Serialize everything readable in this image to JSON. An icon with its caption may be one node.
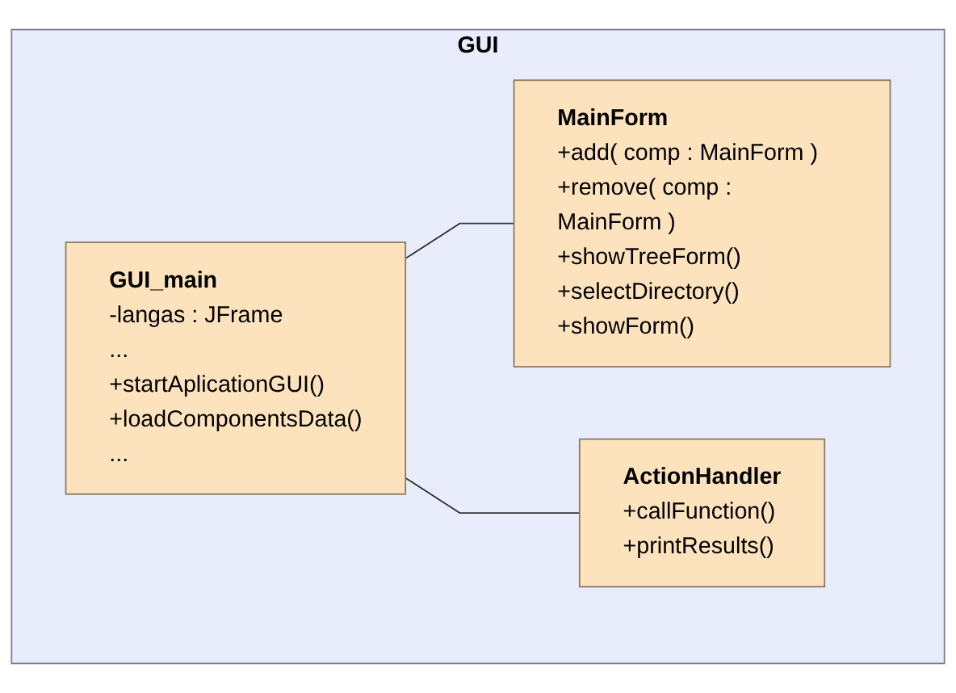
{
  "diagram": {
    "nodes": [
      {
        "text": [
          "GUI"
        ]
      },
      {
        "text": [
          "GUI_main",
          "-langas : JFrame",
          "...",
          "+startAplicationGUI()",
          "+loadComponentsData()",
          "..."
        ],
        "in": 0
      },
      {
        "text": [
          "MainForm",
          "+add( comp : MainForm )",
          "+remove( comp : MainForm )",
          "+showTreeForm()",
          "+selectDirectory()",
          "+showForm()"
        ],
        "in": 0
      },
      {
        "text": [
          "ActionHandler",
          "+callFunction()",
          "+printResults()"
        ],
        "in": 0
      }
    ],
    "edges": [
      {
        "from": 1,
        "to": 2,
        "arrow": "none"
      },
      {
        "from": 1,
        "to": 3,
        "arrow": "none"
      }
    ]
  }
}
